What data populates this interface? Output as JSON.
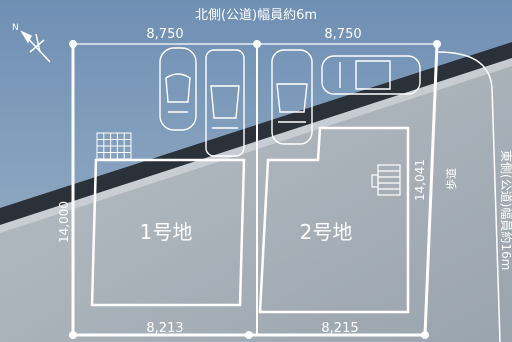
{
  "roads": {
    "north": "北側(公道)幅員約6m",
    "east": "東側(公道)幅員約16m",
    "sidewalk": "歩道"
  },
  "lots": [
    {
      "name": "1号地"
    },
    {
      "name": "2号地"
    }
  ],
  "dimensions": {
    "top_left": "8,750",
    "top_right": "8,750",
    "bottom_left": "8,213",
    "bottom_right": "8,215",
    "left_side": "14,000",
    "right_side": "14,041"
  },
  "compass": {
    "north_label": "N"
  },
  "colors": {
    "line": "#ffffff",
    "sky": "#7f9dbe",
    "wall": "#aeb6bd"
  }
}
